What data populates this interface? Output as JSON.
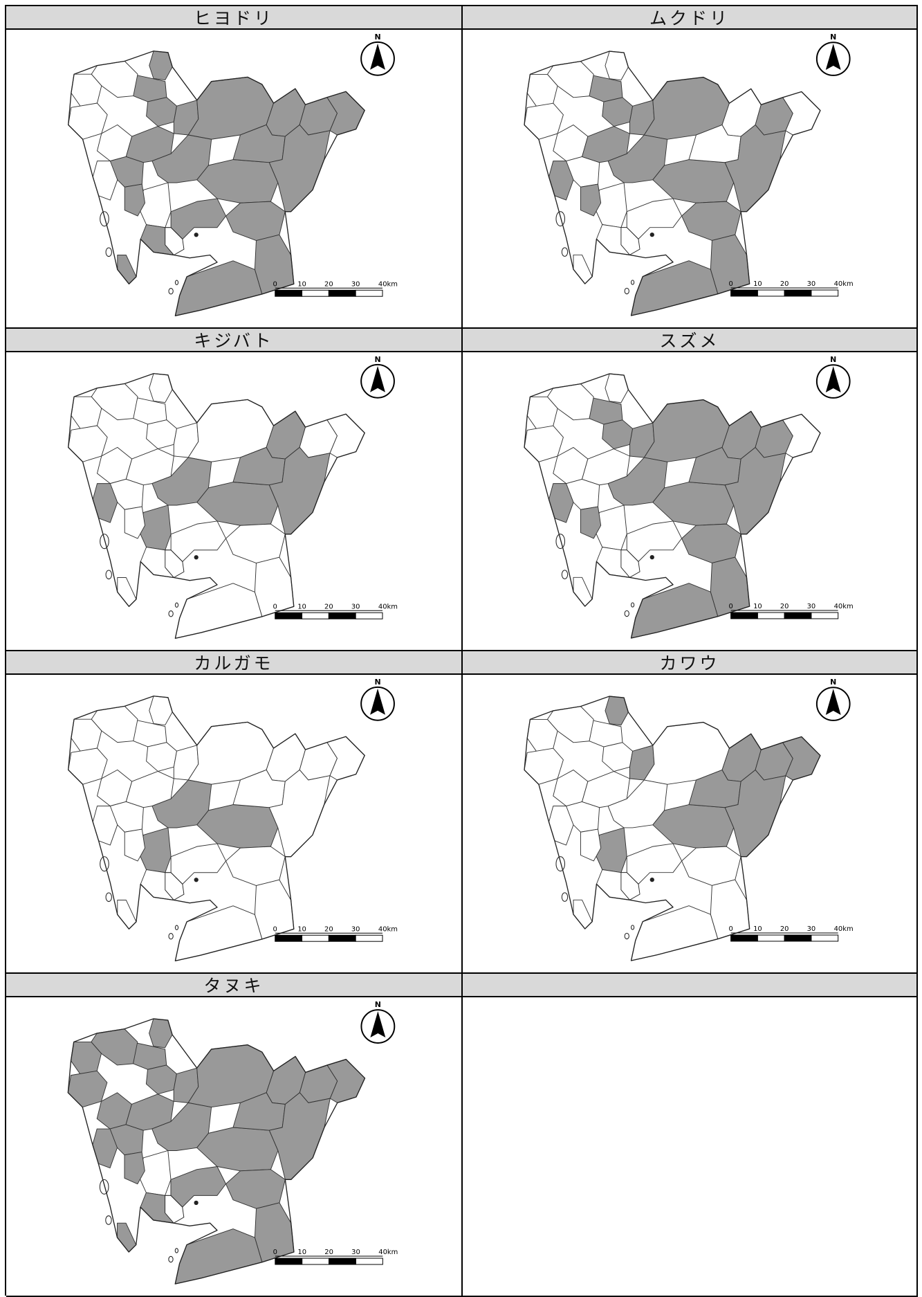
{
  "panels": [
    {
      "title": "ヒヨドリ",
      "shaded": [
        "n1",
        "n2",
        "n5",
        "n6",
        "c1",
        "c2",
        "c3",
        "c4",
        "c5",
        "e1",
        "e2",
        "e3",
        "e4",
        "e5",
        "w4",
        "w6",
        "w7",
        "s1",
        "s2",
        "s3",
        "s4"
      ]
    },
    {
      "title": "ムクドリ",
      "shaded": [
        "n2",
        "n5",
        "n6",
        "c1",
        "c2",
        "c3",
        "c5",
        "e2",
        "e4",
        "w3",
        "w6",
        "w7",
        "s1",
        "s4"
      ]
    },
    {
      "title": "キジバト",
      "shaded": [
        "c2",
        "c3",
        "e1",
        "e3",
        "e4",
        "w3",
        "w5"
      ]
    },
    {
      "title": "スズメ",
      "shaded": [
        "n2",
        "n5",
        "n6",
        "c1",
        "c2",
        "c3",
        "c5",
        "e1",
        "e2",
        "e3",
        "e4",
        "w3",
        "w6",
        "s1",
        "s4"
      ]
    },
    {
      "title": "カルガモ",
      "shaded": [
        "c2",
        "c3",
        "w5"
      ]
    },
    {
      "title": "カワウ",
      "shaded": [
        "n1",
        "c3",
        "e1",
        "e2",
        "e3",
        "e4",
        "e5",
        "n6",
        "w5"
      ]
    },
    {
      "title": "タヌキ",
      "shaded": [
        "n1",
        "n2",
        "n3",
        "n4",
        "n5",
        "n6",
        "c1",
        "c2",
        "c3",
        "c4",
        "c5",
        "e1",
        "e2",
        "e3",
        "e4",
        "e5",
        "w1",
        "w2",
        "w3",
        "w4",
        "w6",
        "w7",
        "s1",
        "s2",
        "s3",
        "s4"
      ]
    },
    {
      "title": "",
      "shaded": []
    }
  ],
  "north_arrow_label": "N",
  "scale_bar": {
    "ticks": [
      "0",
      "10",
      "20",
      "30",
      "40km"
    ]
  },
  "colors": {
    "shaded": "#999999",
    "header": "#d9d9d9",
    "border": "#000000"
  }
}
